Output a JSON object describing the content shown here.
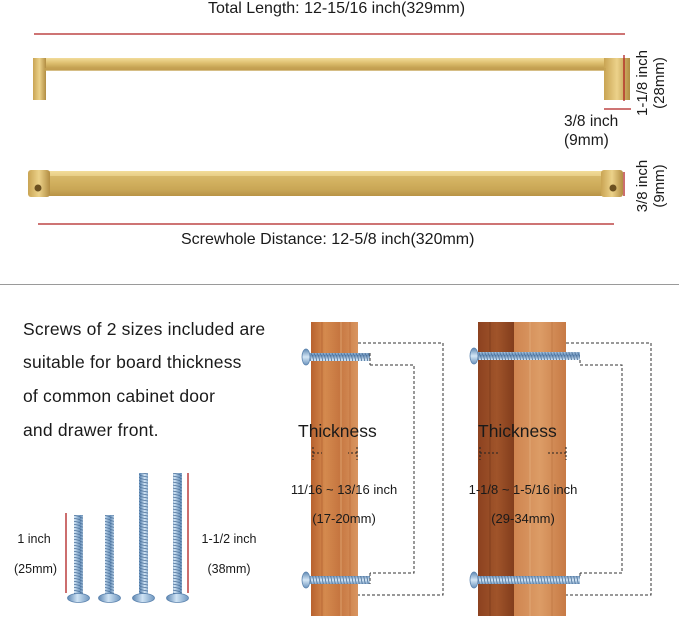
{
  "dimensions": {
    "total_length": "Total Length: 12-15/16 inch(329mm)",
    "height_inch": "1-1/8 inch",
    "height_mm": "(28mm)",
    "leg_inch": "3/8 inch",
    "leg_mm": "(9mm)",
    "width_inch": "3/8 inch",
    "width_mm": "(9mm)",
    "screwhole_distance": "Screwhole Distance: 12-5/8 inch(320mm)"
  },
  "description": {
    "line1": "Screws of 2 sizes included are",
    "line2": "suitable for board thickness",
    "line3": "of common cabinet door",
    "line4": "and drawer front."
  },
  "screws": {
    "short_inch": "1 inch",
    "short_mm": "(25mm)",
    "long_inch": "1-1/2 inch",
    "long_mm": "(38mm)"
  },
  "thin_board": {
    "label": "Thickness",
    "range_inch": "11/16 ~ 13/16 inch",
    "range_mm": "(17-20mm)"
  },
  "thick_board": {
    "label": "Thickness",
    "range_inch": "1-1/8 ~ 1-5/16 inch",
    "range_mm": "(29-34mm)"
  },
  "colors": {
    "gold": "#d8b768",
    "dimension_line": "#b02020",
    "wood": "#c8733d",
    "screw": "#8cb4d8"
  }
}
